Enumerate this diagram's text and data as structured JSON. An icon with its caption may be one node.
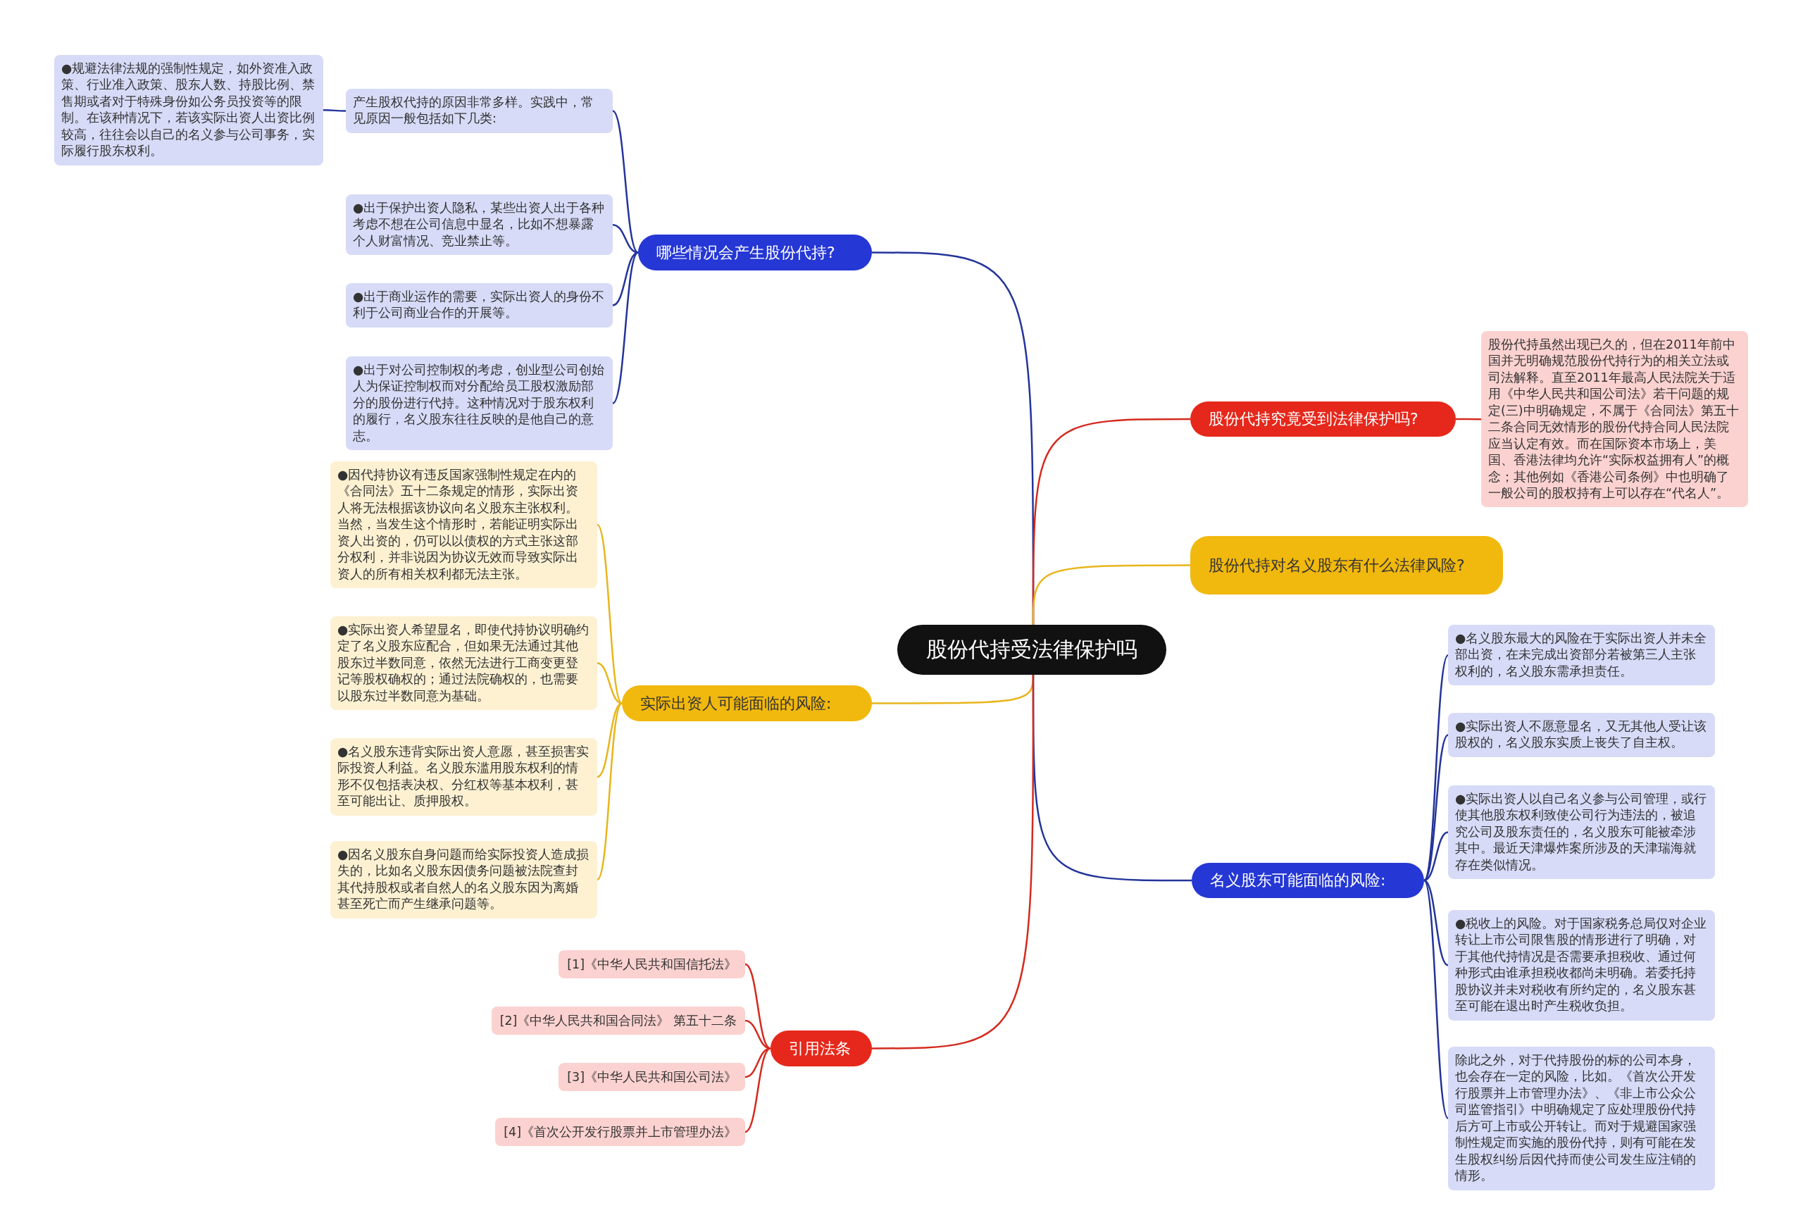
{
  "diagram": {
    "nodes": [
      {
        "text": [
          "股份代持受法律保护吗"
        ]
      },
      {
        "text": [
          "哪些情况会产生股份代持?"
        ]
      },
      {
        "text": [
          "产生股权代持的原因非常多样。实践中，常见原因一般包括如下几类:"
        ]
      },
      {
        "text": [
          "●规避法律法规的强制性规定，如外资准入政策、行业准入政策、股东人数、持股比例、禁售期或者对于特殊身份如公务员投资等的限制。在该种情况下，若该实际出资人出资比例较高，往往会以自己的名义参与公司事务，实际履行股东权利。"
        ]
      },
      {
        "text": [
          "●出于保护出资人隐私，某些出资人出于各种考虑不想在公司信息中显名，比如不想暴露个人财富情况、竞业禁止等。"
        ]
      },
      {
        "text": [
          "●出于商业运作的需要，实际出资人的身份不利于公司商业合作的开展等。"
        ]
      },
      {
        "text": [
          "●出于对公司控制权的考虑，创业型公司创始人为保证控制权而对分配给员工股权激励部分的股份进行代持。这种情况对于股东权利的履行，名义股东往往反映的是他自己的意志。"
        ]
      },
      {
        "text": [
          "股份代持究竟受到法律保护吗?"
        ]
      },
      {
        "text": [
          "股份代持虽然出现已久的，但在2011年前中国并无明确规范股份代持行为的相关立法或司法解释。直至2011年最高人民法院关于适用《中华人民共和国公司法》若干问题的规定(三)中明确规定，不属于《合同法》第五十二条合同无效情形的股份代持合同人民法院应当认定有效。而在国际资本市场上，美国、香港法律均允许“实际权益拥有人”的概念；其他例如《香港公司条例》中也明确了一般公司的股权持有上可以存在“代名人”。"
        ]
      },
      {
        "text": [
          "股份代持对名义股东有什么法律风险?"
        ]
      },
      {
        "text": [
          "实际出资人可能面临的风险:"
        ]
      },
      {
        "text": [
          "●因代持协议有违反国家强制性规定在内的《合同法》五十二条规定的情形，实际出资人将无法根据该协议向名义股东主张权利。当然，当发生这个情形时，若能证明实际出资人出资的，仍可以以债权的方式主张这部分权利，并非说因为协议无效而导致实际出资人的所有相关权利都无法主张。"
        ]
      },
      {
        "text": [
          "●实际出资人希望显名，即使代持协议明确约定了名义股东应配合，但如果无法通过其他股东过半数同意，依然无法进行工商变更登记等股权确权的；通过法院确权的，也需要以股东过半数同意为基础。"
        ]
      },
      {
        "text": [
          "●名义股东违背实际出资人意愿，甚至损害实际投资人利益。名义股东滥用股东权利的情形不仅包括表决权、分红权等基本权利，甚至可能出让、质押股权。"
        ]
      },
      {
        "text": [
          "●因名义股东自身问题而给实际投资人造成损失的，比如名义股东因债务问题被法院查封其代持股权或者自然人的名义股东因为离婚甚至死亡而产生继承问题等。"
        ]
      },
      {
        "text": [
          "名义股东可能面临的风险:"
        ]
      },
      {
        "text": [
          "●名义股东最大的风险在于实际出资人并未全部出资，在未完成出资部分若被第三人主张权利的，名义股东需承担责任。"
        ]
      },
      {
        "text": [
          "●实际出资人不愿意显名，又无其他人受让该股权的，名义股东实质上丧失了自主权。"
        ]
      },
      {
        "text": [
          "●实际出资人以自己名义参与公司管理，或行使其他股东权利致使公司行为违法的，被追究公司及股东责任的，名义股东可能被牵涉其中。最近天津爆炸案所涉及的天津瑞海就存在类似情况。"
        ]
      },
      {
        "text": [
          "●税收上的风险。对于国家税务总局仅对企业转让上市公司限售股的情形进行了明确，对于其他代持情况是否需要承担税收、通过何种形式由谁承担税收都尚未明确。若委托持股协议并未对税收有所约定的，名义股东甚至可能在退出时产生税收负担。"
        ]
      },
      {
        "text": [
          "除此之外，对于代持股份的标的公司本身，也会存在一定的风险，比如。《首次公开发行股票并上市管理办法》、《非上市公众公司监管指引》中明确规定了应处理股份代持后方可上市或公开转让。而对于规避国家强制性规定而实施的股份代持，则有可能在发生股权纠纷后因代持而使公司发生应注销的情形。"
        ]
      },
      {
        "text": [
          "引用法条"
        ]
      },
      {
        "text": [
          "[1]《中华人民共和国信托法》"
        ]
      },
      {
        "text": [
          "[2]《中华人民共和国合同法》 第五十二条"
        ]
      },
      {
        "text": [
          "[3]《中华人民共和国公司法》"
        ]
      },
      {
        "text": [
          "[4]《首次公开发行股票并上市管理办法》"
        ]
      }
    ],
    "edges": [
      {
        "from": 0,
        "to": 1,
        "arrow": "none"
      },
      {
        "from": 1,
        "to": 2,
        "arrow": "none"
      },
      {
        "from": 1,
        "to": 4,
        "arrow": "none"
      },
      {
        "from": 1,
        "to": 5,
        "arrow": "none"
      },
      {
        "from": 1,
        "to": 6,
        "arrow": "none"
      },
      {
        "from": 2,
        "to": 3,
        "arrow": "none"
      },
      {
        "from": 0,
        "to": 7,
        "arrow": "none",
        "color": "#d42a1e"
      },
      {
        "from": 7,
        "to": 8,
        "arrow": "none",
        "color": "#d42a1e"
      },
      {
        "from": 0,
        "to": 9,
        "arrow": "none",
        "color": "#e8b51c"
      },
      {
        "from": 0,
        "to": 10,
        "arrow": "none",
        "color": "#e8b51c"
      },
      {
        "from": 10,
        "to": 11,
        "arrow": "none",
        "color": "#e8b51c"
      },
      {
        "from": 10,
        "to": 12,
        "arrow": "none",
        "color": "#e8b51c"
      },
      {
        "from": 10,
        "to": 13,
        "arrow": "none",
        "color": "#e8b51c"
      },
      {
        "from": 10,
        "to": 14,
        "arrow": "none",
        "color": "#e8b51c"
      },
      {
        "from": 0,
        "to": 15,
        "arrow": "none"
      },
      {
        "from": 15,
        "to": 16,
        "arrow": "none"
      },
      {
        "from": 15,
        "to": 17,
        "arrow": "none"
      },
      {
        "from": 15,
        "to": 18,
        "arrow": "none"
      },
      {
        "from": 15,
        "to": 19,
        "arrow": "none"
      },
      {
        "from": 15,
        "to": 20,
        "arrow": "none"
      },
      {
        "from": 0,
        "to": 21,
        "arrow": "none",
        "color": "#d42a1e"
      },
      {
        "from": 21,
        "to": 22,
        "arrow": "none",
        "color": "#d42a1e"
      },
      {
        "from": 21,
        "to": 23,
        "arrow": "none",
        "color": "#d42a1e"
      },
      {
        "from": 21,
        "to": 24,
        "arrow": "none",
        "color": "#d42a1e"
      },
      {
        "from": 21,
        "to": 25,
        "arrow": "none",
        "color": "#d42a1e"
      }
    ]
  }
}
